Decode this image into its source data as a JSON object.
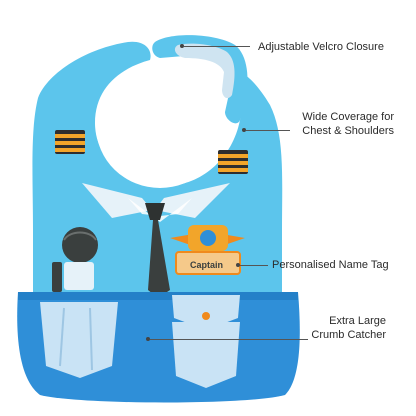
{
  "product": {
    "badge_text": "Captain"
  },
  "callouts": [
    {
      "id": "closure",
      "lines": [
        "Adjustable Velcro Closure"
      ]
    },
    {
      "id": "coverage",
      "lines": [
        "Wide Coverage for",
        "Chest & Shoulders"
      ]
    },
    {
      "id": "nametag",
      "lines": [
        "Personalised Name Tag"
      ]
    },
    {
      "id": "catcher",
      "lines": [
        "Extra Large",
        "Crumb Catcher"
      ]
    }
  ],
  "colors": {
    "bib": "#5cc5ec",
    "bib_edge": "#46b5df",
    "pocket": "#2f8fd8",
    "pocket_light": "#c9e3f5",
    "collar": "#e6f2f9",
    "tie": "#3a3f3e",
    "stripe_gold": "#f2a52a",
    "stripe_dark": "#2e2e2e",
    "badge_orange": "#f08a1c",
    "label_text": "#2b2b2b"
  }
}
